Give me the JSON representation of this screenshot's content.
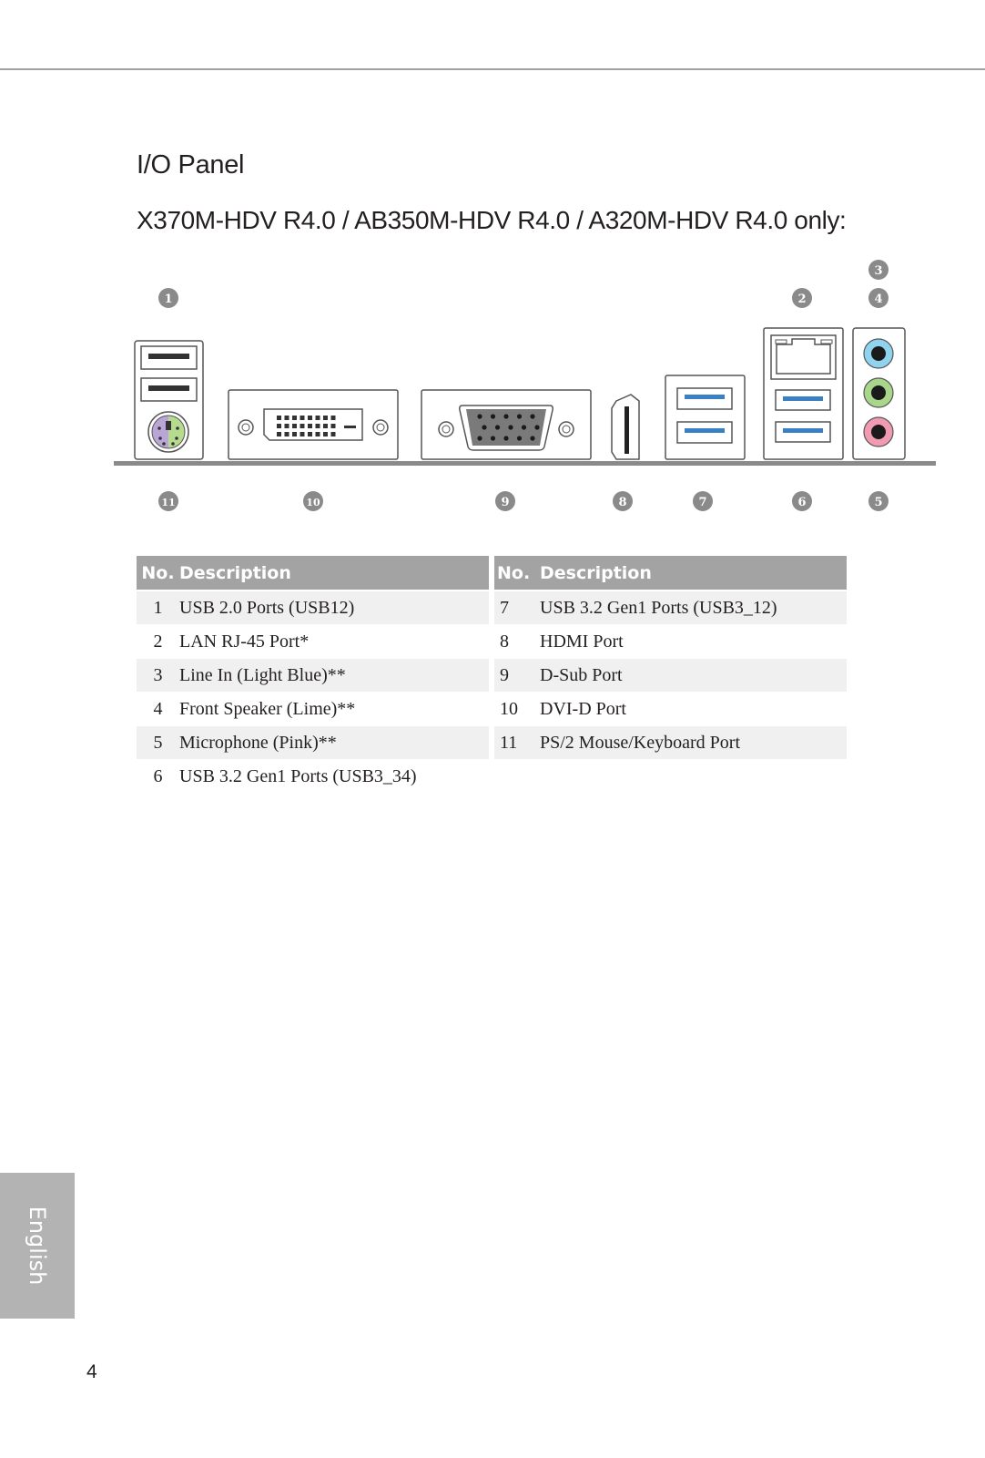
{
  "section_title": "I/O Panel",
  "subtitle": "X370M-HDV R4.0 / AB350M-HDV R4.0 / A320M-HDV R4.0 only:",
  "callouts": [
    "1",
    "2",
    "3",
    "4",
    "5",
    "6",
    "7",
    "8",
    "9",
    "10",
    "11"
  ],
  "table_headers": {
    "no": "No.",
    "description": "Description"
  },
  "table_left": [
    {
      "no": "1",
      "desc": "USB 2.0 Ports (USB12)"
    },
    {
      "no": "2",
      "desc": "LAN RJ-45 Port*"
    },
    {
      "no": "3",
      "desc": "Line In (Light Blue)**"
    },
    {
      "no": "4",
      "desc": "Front Speaker (Lime)**"
    },
    {
      "no": "5",
      "desc": "Microphone (Pink)**"
    },
    {
      "no": "6",
      "desc": "USB 3.2 Gen1 Ports (USB3_34)"
    }
  ],
  "table_right": [
    {
      "no": "7",
      "desc": "USB 3.2 Gen1 Ports (USB3_12)"
    },
    {
      "no": "8",
      "desc": "HDMI Port"
    },
    {
      "no": "9",
      "desc": "D-Sub Port"
    },
    {
      "no": "10",
      "desc": "DVI-D Port"
    },
    {
      "no": "11",
      "desc": "PS/2 Mouse/Keyboard Port"
    }
  ],
  "side_tab_label": "English",
  "page_number": "4",
  "colors": {
    "header_gray": "#a3a3a3",
    "row_shade": "#f0f0f0",
    "usb3_blue": "#3b7fc4",
    "audio_light_blue": "#8fd3ee",
    "audio_lime": "#a8d68a",
    "audio_pink": "#f19bb3",
    "ps2_purple": "#b9a6d6",
    "ps2_green": "#b7db8e"
  }
}
